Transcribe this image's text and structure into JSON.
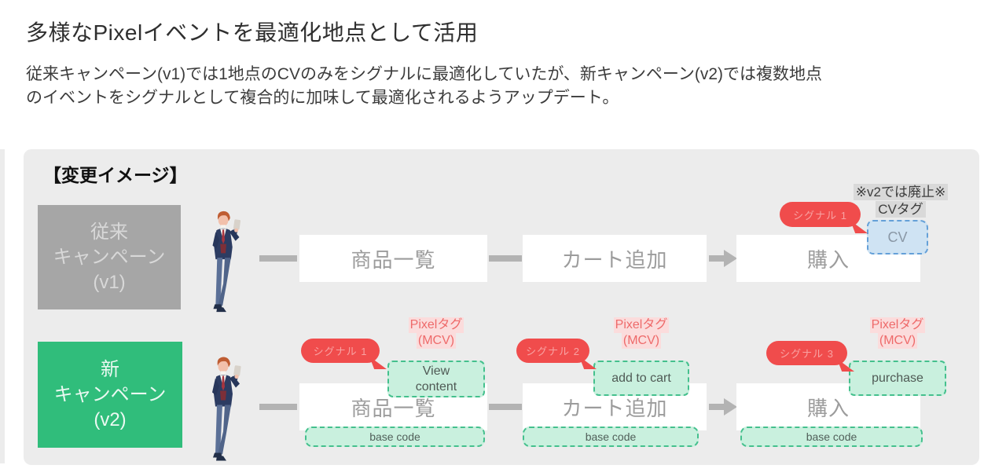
{
  "header": {
    "title": "多様なPixelイベントを最適化地点として活用",
    "subtitle_lines": [
      "従来キャンペーン(v1)では1地点のCVのみをシグナルに最適化していたが、新キャンペーン(v2)では複数地点",
      "のイベントをシグナルとして複合的に加味して最適化されるようアップデート。"
    ]
  },
  "diagram": {
    "heading": "【変更イメージ】",
    "v1": {
      "label_lines": [
        "従来",
        "キャンペーン",
        "(v1)"
      ],
      "steps": [
        "商品一覧",
        "カート追加",
        "購入"
      ],
      "note_lines": [
        "※v2では廃止※",
        "CVタグ"
      ],
      "signal": "シグナル 1",
      "cv_tag": "CV"
    },
    "v2": {
      "label_lines": [
        "新",
        "キャンペーン",
        "(v2)"
      ],
      "steps": [
        "商品一覧",
        "カート追加",
        "購入"
      ],
      "pixel_tag_lines": [
        "Pixelタグ",
        "(MCV)"
      ],
      "signals": [
        "シグナル 1",
        "シグナル 2",
        "シグナル 3"
      ],
      "events": [
        "View content",
        "add to cart",
        "purchase"
      ],
      "base_code_label": "base code"
    },
    "colors": {
      "container_bg": "#ECECEC",
      "v1_box": "#A6A6A6",
      "v2_box": "#30BD7B",
      "signal_bubble": "#F04C4C",
      "event_fill": "#C9F0DE",
      "event_border": "#44C08D",
      "cv_fill": "#CFE3F3",
      "cv_border": "#64A0D8",
      "pixel_tag_text": "#EE6A6A",
      "pixel_tag_bg": "#FBDCDC",
      "note_bg": "#D9D9D9",
      "connector": "#B3B3B3"
    }
  }
}
